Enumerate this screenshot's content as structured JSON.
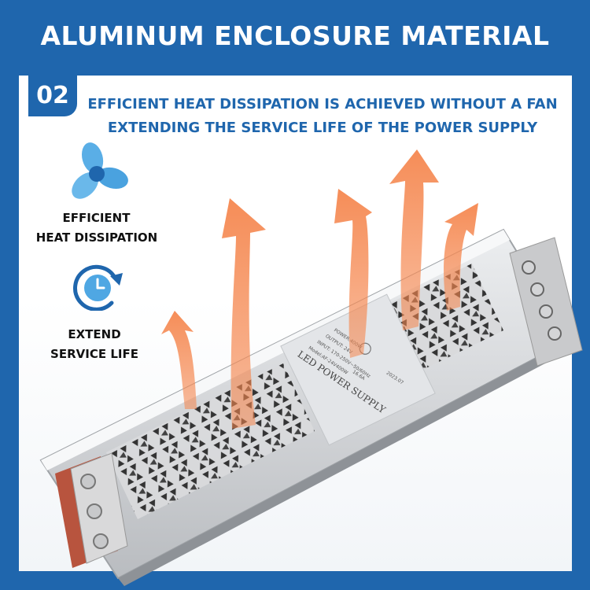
{
  "title": "ALUMINUM ENCLOSURE MATERIAL",
  "badge": "02",
  "headline": {
    "line1": "EFFICIENT HEAT DISSIPATION IS ACHIEVED WITHOUT A FAN",
    "line2": "EXTENDING THE SERVICE LIFE OF THE POWER SUPPLY"
  },
  "features": [
    {
      "icon": "fan-icon",
      "line1": "EFFICIENT",
      "line2": "HEAT DISSIPATION"
    },
    {
      "icon": "clock-refresh-icon",
      "line1": "EXTEND",
      "line2": "SERVICE LIFE"
    }
  ],
  "label": {
    "brand": "LED POWER SUPPLY",
    "model": "Model:AF-24V400W",
    "input": "INPUT: 170-250V~50/60Hz",
    "output": "OUTPUT: 24V",
    "current": "16.6A",
    "power": "POWER:400W",
    "date": "2023.07"
  },
  "colors": {
    "brand_blue": "#1f66ad",
    "arrow_orange": "#f5874f",
    "terminal_red": "#b8543e"
  }
}
